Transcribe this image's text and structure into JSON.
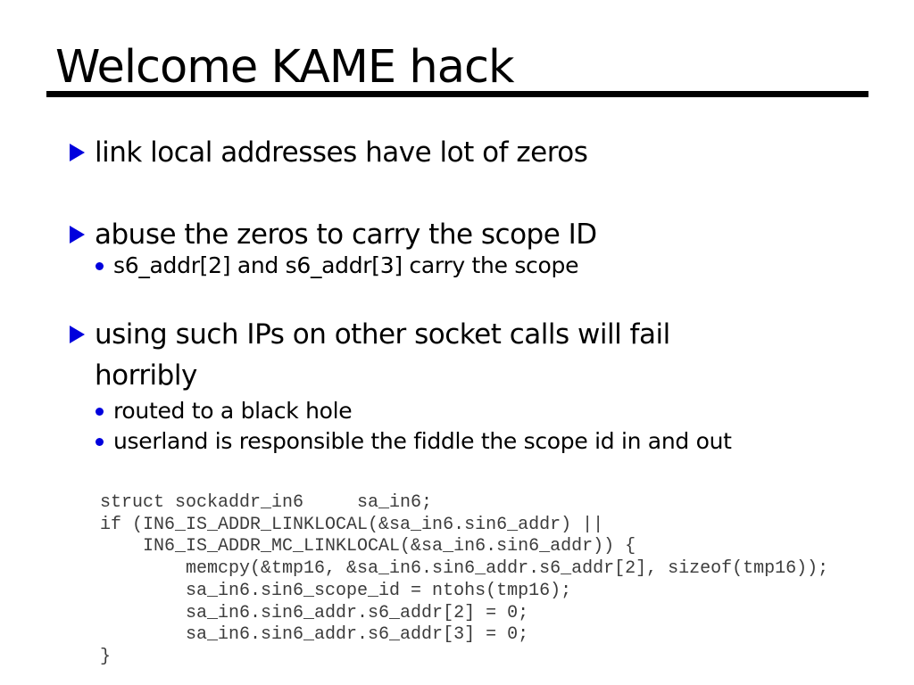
{
  "slide": {
    "title": "Welcome KAME hack",
    "bullets": [
      {
        "level": 1,
        "text": "link local addresses have lot of zeros"
      },
      {
        "level": 1,
        "text": "abuse the zeros to carry the scope ID"
      },
      {
        "level": 2,
        "text": "s6_addr[2] and s6_addr[3] carry the scope"
      },
      {
        "level": 1,
        "text": "using such IPs on other socket calls will fail horribly"
      },
      {
        "level": 2,
        "text": "routed to a black hole"
      },
      {
        "level": 2,
        "text": "userland is responsible the fiddle the scope id in and out"
      }
    ],
    "code": "struct sockaddr_in6     sa_in6;\nif (IN6_IS_ADDR_LINKLOCAL(&sa_in6.sin6_addr) ||\n    IN6_IS_ADDR_MC_LINKLOCAL(&sa_in6.sin6_addr)) {\n        memcpy(&tmp16, &sa_in6.sin6_addr.s6_addr[2], sizeof(tmp16));\n        sa_in6.sin6_scope_id = ntohs(tmp16);\n        sa_in6.sin6_addr.s6_addr[2] = 0;\n        sa_in6.sin6_addr.s6_addr[3] = 0;\n}",
    "colors": {
      "bullet_marker": "#0000dd",
      "text": "#000000",
      "code_text": "#3c3c3c",
      "rule": "#000000",
      "background": "#ffffff"
    }
  }
}
